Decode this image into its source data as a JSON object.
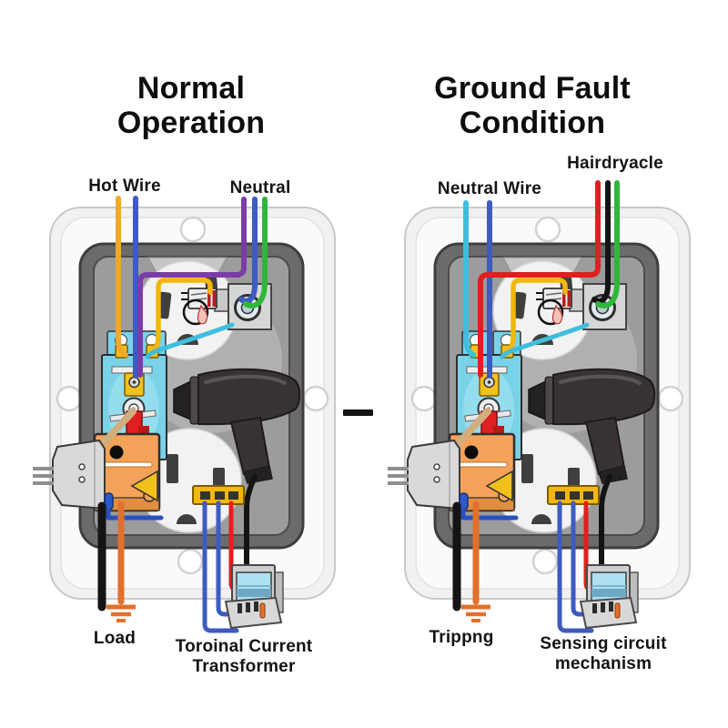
{
  "diagram": {
    "subject": "GFCI outlet wiring comparison"
  },
  "separator": {
    "glyph": "-",
    "color": "#141414"
  },
  "palette": {
    "plate": "#f1f1f1",
    "plate_inner": "#fafafa",
    "plate_edge": "#c9c9c9",
    "box_dark": "#6b6b6b",
    "box_mid": "#9c9c9c",
    "box_border": "#3e3e3e",
    "tab": "#c6c6c6",
    "shadow": "#b0b0b0",
    "face": "#f2f2f2",
    "face_edge": "#d6d6d6",
    "slot": "#3f3f3f",
    "dryer": "#383236",
    "dryer_dark": "#242124",
    "dryer_light": "#6a6167",
    "metal": "#d6d6d6",
    "metal_edge": "#444444",
    "screw_face": "#dfe9ef",
    "screw_core": "#b9cdd9",
    "block": "#7ad2e8",
    "block_light": "#a8e6f4",
    "clip": "#f2c01d",
    "clip_edge": "#7a5c00",
    "orange_box": "#f4a259",
    "bar_yellow": "#f2b70a",
    "plug": "#d9d9d9",
    "screen": "#aee0f2",
    "screen_deep": "#6fa8c4",
    "device": "#cfcfcf",
    "device_edge": "#4a4a4a",
    "drip": "#f3c4ba",
    "stripe_red": "#b51f1f",
    "stick": "#d2ae7e",
    "lever": "#e02020",
    "cap_blue": "#2b59c9",
    "wire_blue_small": "#2b50bd",
    "text": "#141414"
  },
  "panels": [
    {
      "id": "normal-operation",
      "title_line1": "Normal",
      "title_line2": "Operation",
      "labels": {
        "top_left": "Hot Wire",
        "top_right": "Neutral",
        "bottom_left": "Load",
        "bottom_right_line1": "Toroinal Current",
        "bottom_right_line2": "Transformer"
      },
      "wires": {
        "top_left_pair": [
          "#F0A72E",
          "#3D5BC0"
        ],
        "top_right_trio": [
          "#7A3DA8",
          "#3D5BC0",
          "#2EB83A"
        ],
        "routed_to_block": "#7A3DA8",
        "jumper_yellow": "#F2B70A",
        "sense_diagonal": "#3FBEDF",
        "load_black": "#141414",
        "ground_orange": "#E2702A",
        "sensor_leads": [
          "#3D5BC0",
          "#3D5BC0",
          "#E01F1F"
        ]
      }
    },
    {
      "id": "ground-fault-condition",
      "title_line1": "Ground Fault",
      "title_line2": "Condition",
      "labels": {
        "top_left": "Neutral Wire",
        "top_right": "Hairdryacle",
        "bottom_left": "Trippng",
        "bottom_right_line1": "Sensing circuit",
        "bottom_right_line2": "mechanism"
      },
      "wires": {
        "top_left_pair": [
          "#3FBEDF",
          "#3D5BC0"
        ],
        "top_right_trio": [
          "#E01F1F",
          "#141414",
          "#2EB83A"
        ],
        "routed_to_block": "#E01F1F",
        "jumper_yellow": "#F2B70A",
        "sense_diagonal": "#3FBEDF",
        "load_black": "#141414",
        "ground_orange": "#E2702A",
        "sensor_leads": [
          "#3D5BC0",
          "#3D5BC0",
          "#E01F1F"
        ]
      }
    }
  ]
}
